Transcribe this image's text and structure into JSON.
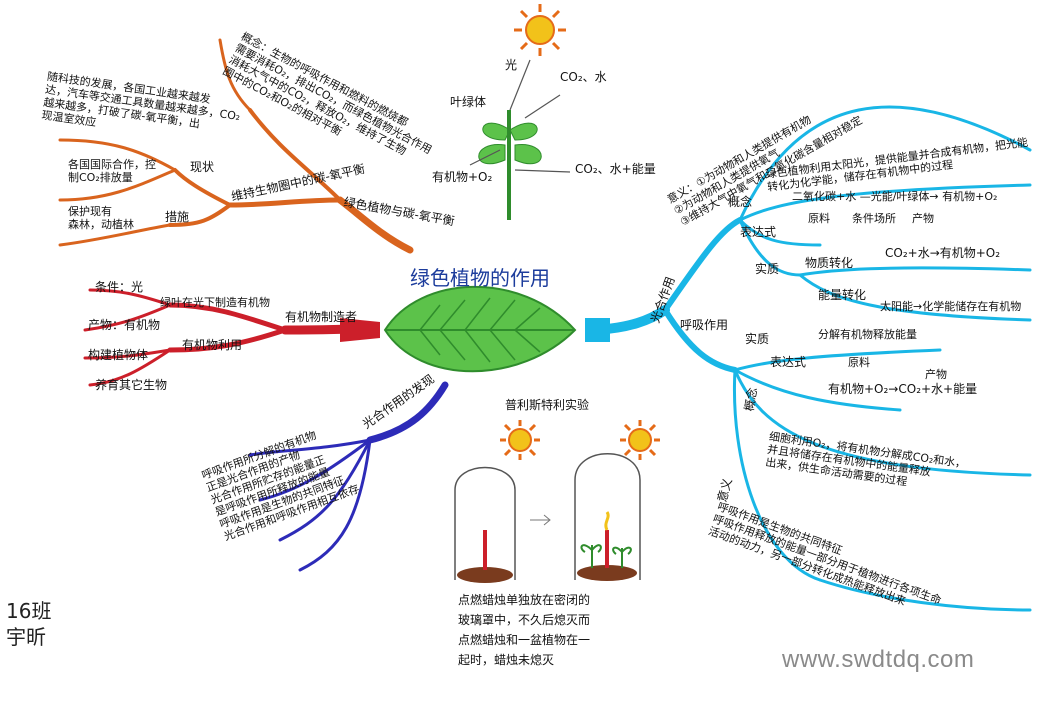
{
  "center": {
    "title": "绿色植物的作用"
  },
  "top_diagram": {
    "light": "光",
    "co2_water": "CO₂、水",
    "chloroplast": "叶绿体",
    "organic": "有机物+O₂",
    "co2_energy": "CO₂、水+能量"
  },
  "orange_branch": {
    "main": "绿色植物与碳-氧平衡",
    "sub": "维持生物圈中的碳-氧平衡",
    "concept": [
      "概念：生物的呼吸作用和燃料的燃烧都",
      "需要消耗O₂，排出CO₂，而绿色植物光合作用",
      "消耗大气中的CO₂，释放O₂，维持了生物",
      "圈中的CO₂和O₂的相对平衡"
    ],
    "status": "现状",
    "status_text": [
      "随科技的发展，各国工业越来越发",
      "达，汽车等交通工具数量越来越多，CO₂",
      "越来越多，打破了碳-氧平衡，出",
      "现温室效应"
    ],
    "measures": "措施",
    "measures_text": [
      "各国国际合作，控",
      "制CO₂排放量"
    ],
    "measures_text2": [
      "保护现有",
      "森林，动植林"
    ]
  },
  "red_branch": {
    "main": "有机物制造者",
    "make": "绿叶在光下制造有机物",
    "condition": "条件：光",
    "product": "产物：有机物",
    "use": "有机物利用",
    "build": "构建植物体",
    "feed": "养育其它生物"
  },
  "blue_branch": {
    "main": "光合作用的发现",
    "lines": [
      "呼吸作用所分解的有机物",
      "正是光合作用的产物",
      "光合作用所贮存的能量正",
      "是呼吸作用所释放的能量",
      "呼吸作用是生物的共同特征",
      "光合作用和呼吸作用相互依存"
    ]
  },
  "experiment": {
    "title": "普利斯特利实验",
    "desc": [
      "点燃蜡烛单独放在密闭的",
      "玻璃罩中，不久后熄灭而",
      "点燃蜡烛和一盆植物在一",
      "起时，蜡烛未熄灭"
    ]
  },
  "cyan_branch": {
    "photo": "光合作用",
    "photo_meaning": [
      "意义：①为动物和人类提供有机物",
      "②为动物和人类提供氧气",
      "③维持大气中氧气和二氧化碳含量相对稳定"
    ],
    "concept_label": "概念",
    "concept_text": "绿色植物利用太阳光，提供能量并合成有机物，把光能转化为化学能，储存在有机物中的过程",
    "expr_label": "表达式",
    "expr": "二氧化碳+水 —光能/叶绿体→ 有机物+O₂",
    "expr_parts": [
      "原料",
      "条件场所",
      "产物"
    ],
    "essence_label": "实质",
    "mat_change": "物质转化",
    "mat_text": "CO₂+水→有机物+O₂",
    "energy_change": "能量转化",
    "energy_text": "太阳能→化学能储存在有机物",
    "resp": "呼吸作用",
    "resp_essence": "实质",
    "resp_essence_text": "分解有机物释放能量",
    "resp_expr_label": "表达式",
    "resp_expr": "有机物+O₂→CO₂+水+能量",
    "raw": "原料",
    "product": "产物",
    "resp_concept_label": "概念",
    "resp_concept": [
      "细胞利用O₂，将有机物分解成CO₂和水，",
      "并且将储存在有机物中的能量释放",
      "出来，供生命活动需要的过程"
    ],
    "resp_meaning_label": "意义",
    "resp_meaning": [
      "呼吸作用是生物的共同特征",
      "呼吸作用释放的能量一部分用于植物进行各项生命",
      "活动的动力，另一部分转化成热能释放出来"
    ]
  },
  "author": {
    "class": "16班",
    "name": "宇昕"
  },
  "watermark": "www.swdtdq.com",
  "colors": {
    "orange": "#d9641e",
    "red": "#cc1f2a",
    "blue_dark": "#2d2bb8",
    "cyan": "#19b6e6",
    "leaf_green": "#5cc24a",
    "leaf_dark": "#2f8c2c",
    "sun": "#f2c21a",
    "sun_ray": "#e56b18"
  }
}
